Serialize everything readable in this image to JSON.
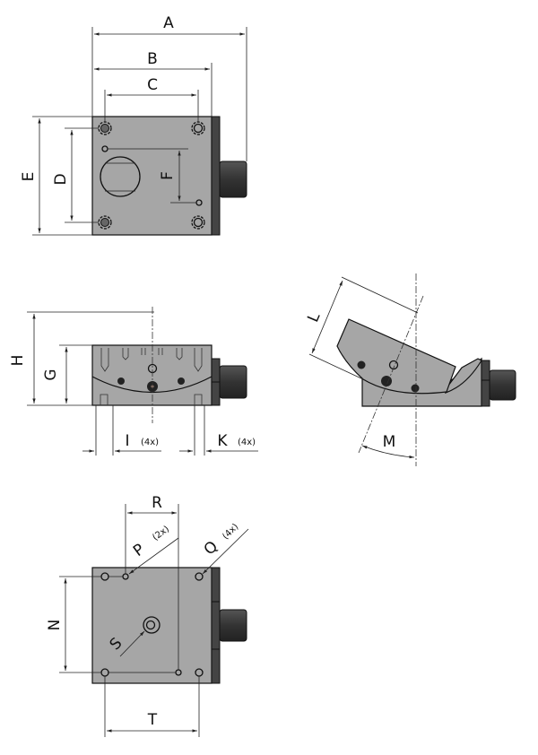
{
  "labels": {
    "A": "A",
    "B": "B",
    "C": "C",
    "D": "D",
    "E": "E",
    "F": "F",
    "G": "G",
    "H": "H",
    "I": "I",
    "I_count": "(4x)",
    "K": "K",
    "K_count": "(4x)",
    "L": "L",
    "M": "M",
    "N": "N",
    "P": "P",
    "P_count": "(2x)",
    "Q": "Q",
    "Q_count": "(4x)",
    "R": "R",
    "S": "S",
    "T": "T"
  },
  "colors": {
    "body": "#a6a6a6",
    "dark": "#444444",
    "knob": "#3a3a3a"
  }
}
